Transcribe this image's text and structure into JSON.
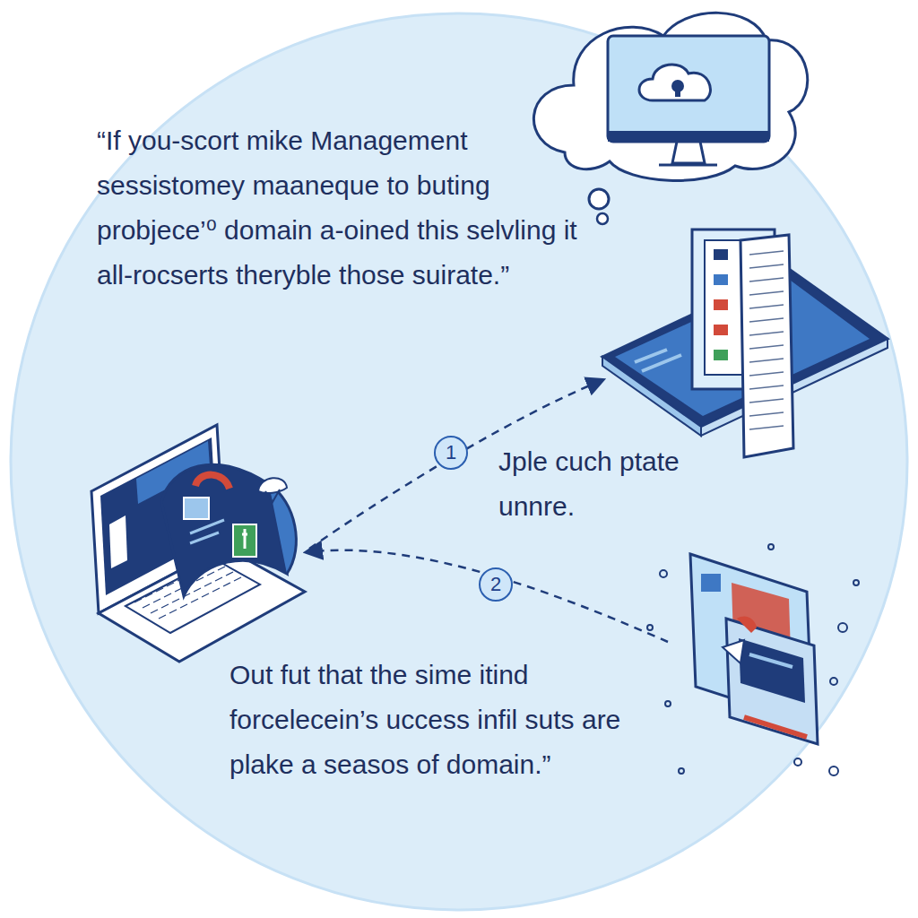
{
  "diagram": {
    "labels": [
      "“If you-scort mike Management sessistomey maaneque to buting probjece’⁰ domain a-oined this selvling it all-rocserts theryble those suirate.”",
      "Jple cuch ptate unnre.",
      "1",
      "2",
      "Out fut that the sime itind forcelecein’s uccess infil suts are plake a seasos of domain.”"
    ]
  }
}
